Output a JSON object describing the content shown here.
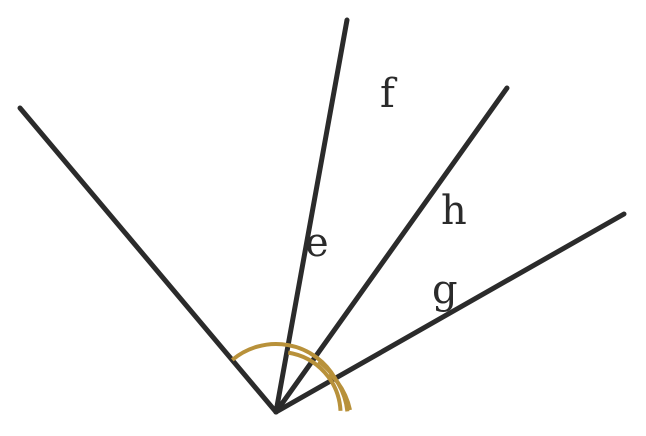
{
  "diagram": {
    "labels": {
      "e": "e",
      "f": "f",
      "h": "h",
      "g": "g"
    },
    "colors": {
      "ray": "#2b2b2b",
      "angle_arc": "#b8913a",
      "background": "#ffffff"
    }
  }
}
